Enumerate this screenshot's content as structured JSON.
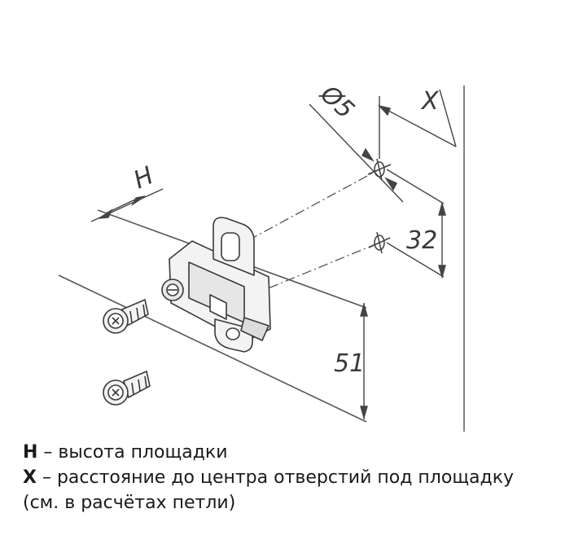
{
  "diagram": {
    "dimensions": {
      "hole_diameter": "Ø5",
      "x_label": "X",
      "h_label": "H",
      "hole_spacing": "32",
      "plate_height": "51"
    }
  },
  "legend": {
    "lines": [
      {
        "key": "H",
        "text": " – высота площадки"
      },
      {
        "key": "X",
        "text": " – расстояние до центра отверстий под площадку"
      },
      {
        "key": "",
        "text": "(см. в расчётах петли)"
      }
    ]
  }
}
